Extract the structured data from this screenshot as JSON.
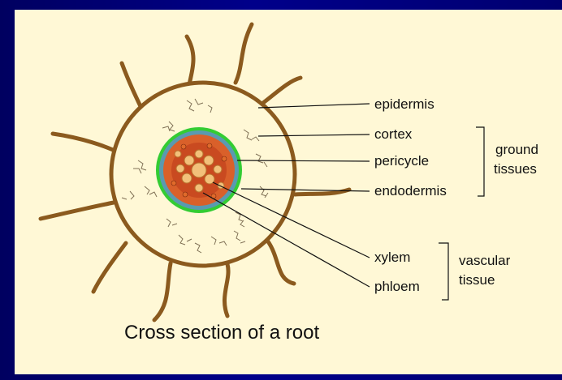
{
  "caption": "Cross section of a root",
  "labels": {
    "epidermis": "epidermis",
    "cortex": "cortex",
    "pericycle": "pericycle",
    "endodermis": "endodermis",
    "xylem": "xylem",
    "phloem": "phloem"
  },
  "groups": {
    "ground_line1": "ground",
    "ground_line2": "tissues",
    "vascular_line1": "vascular",
    "vascular_line2": "tissue"
  },
  "colors": {
    "background_frame": "#000080",
    "panel": "#fff8d6",
    "root_outline": "#8b5a1e",
    "endodermis_ring": "#33cc33",
    "xylem_cells": "#f2c07a",
    "phloem_cells": "#e06a2a"
  }
}
